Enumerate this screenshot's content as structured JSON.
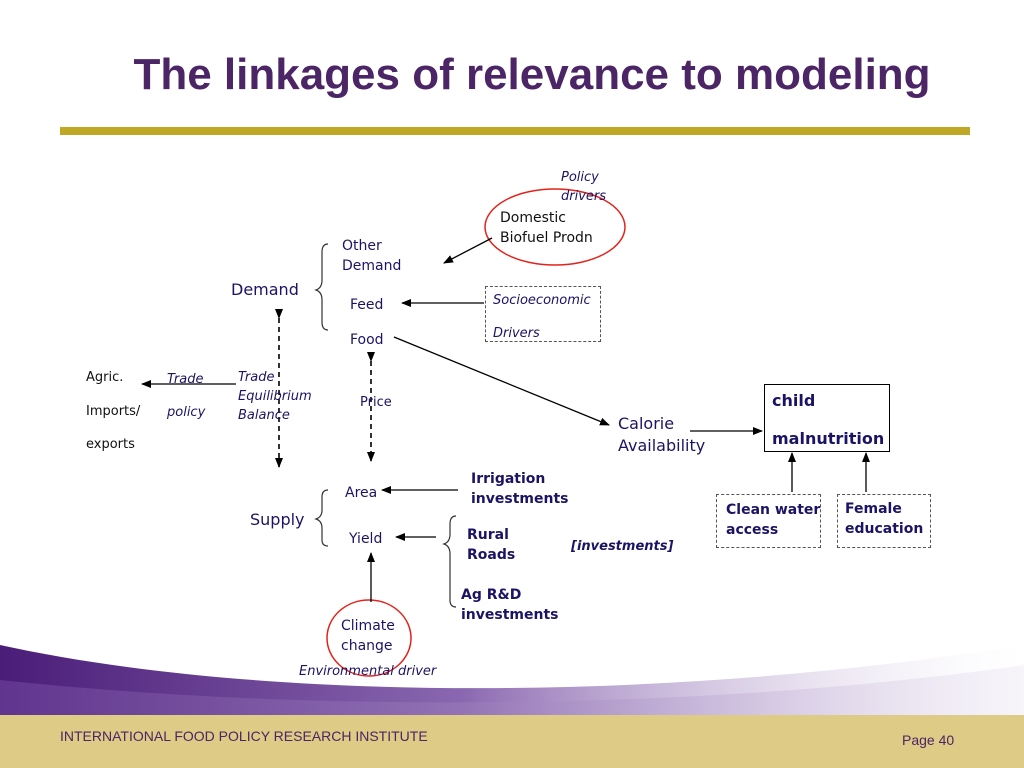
{
  "slide": {
    "title": "The linkages of relevance to modeling",
    "footer_org": "INTERNATIONAL FOOD POLICY RESEARCH INSTITUTE",
    "page_label": "Page 40"
  },
  "nodes": {
    "policy_drivers": [
      "Policy",
      "drivers"
    ],
    "domestic_biofuel": [
      "Domestic",
      "Biofuel Prodn"
    ],
    "other_demand": [
      "Other",
      "Demand"
    ],
    "demand": "Demand",
    "feed": "Feed",
    "food": "Food",
    "socioeconomic_drivers": [
      "Socioeconomic",
      "Drivers"
    ],
    "agric_trade": [
      "Agric.",
      "Imports/",
      "exports"
    ],
    "trade_policy": [
      "Trade",
      "policy"
    ],
    "trade_equilibrium": [
      "Trade",
      "Equilibrium",
      "Balance"
    ],
    "price": "Price",
    "calorie_availability": [
      "Calorie",
      "Availability"
    ],
    "child_malnutrition": [
      "child",
      "malnutrition"
    ],
    "irrigation_investments": [
      "Irrigation",
      "investments"
    ],
    "area": "Area",
    "supply": "Supply",
    "yield": "Yield",
    "rural_roads": [
      "Rural",
      "Roads"
    ],
    "investments_bracket": "[investments]",
    "ag_rd_investments": [
      "Ag R&D",
      "investments"
    ],
    "clean_water_access": [
      "Clean water",
      "access"
    ],
    "female_education": [
      "Female",
      "education"
    ],
    "climate_change": [
      "Climate",
      "change"
    ],
    "environmental_driver": "Environmental driver"
  },
  "colors": {
    "title": "#4b2565",
    "title_rule": "#c0a724",
    "node_text": "#1b1464",
    "highlight_circle": "#e2231a",
    "footer_band": "#ddcb86",
    "footer_swoosh": "#5b2a86"
  }
}
